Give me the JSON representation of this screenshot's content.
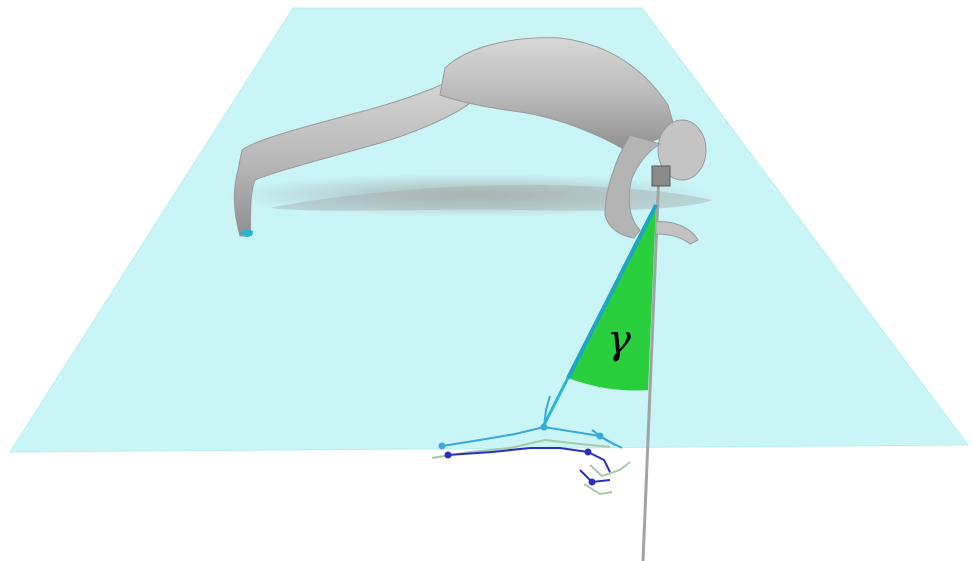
{
  "diagram": {
    "angle_symbol": "γ",
    "colors": {
      "plane": "#c8f6f8",
      "plane_edge": "#b4eef2",
      "angle_wedge": "#22cc33",
      "reference_line": "#9aa0a0",
      "body_skin": "#bdbdbd",
      "body_shadow": "#a9a9a9",
      "skeleton_light": "#3aa8d8",
      "skeleton_dark": "#2a2fbf",
      "skeleton_pale": "#a9c6a9"
    },
    "elements": {
      "plane": "ground-plane",
      "figure": "plank-pose-mannequin",
      "vertical_line": "vertical-reference-line",
      "body_line": "body-axis-line",
      "wedge": "angle-wedge",
      "skeletons": [
        "projected-skeleton-blue",
        "projected-skeleton-dark",
        "projected-skeleton-pale"
      ]
    }
  }
}
